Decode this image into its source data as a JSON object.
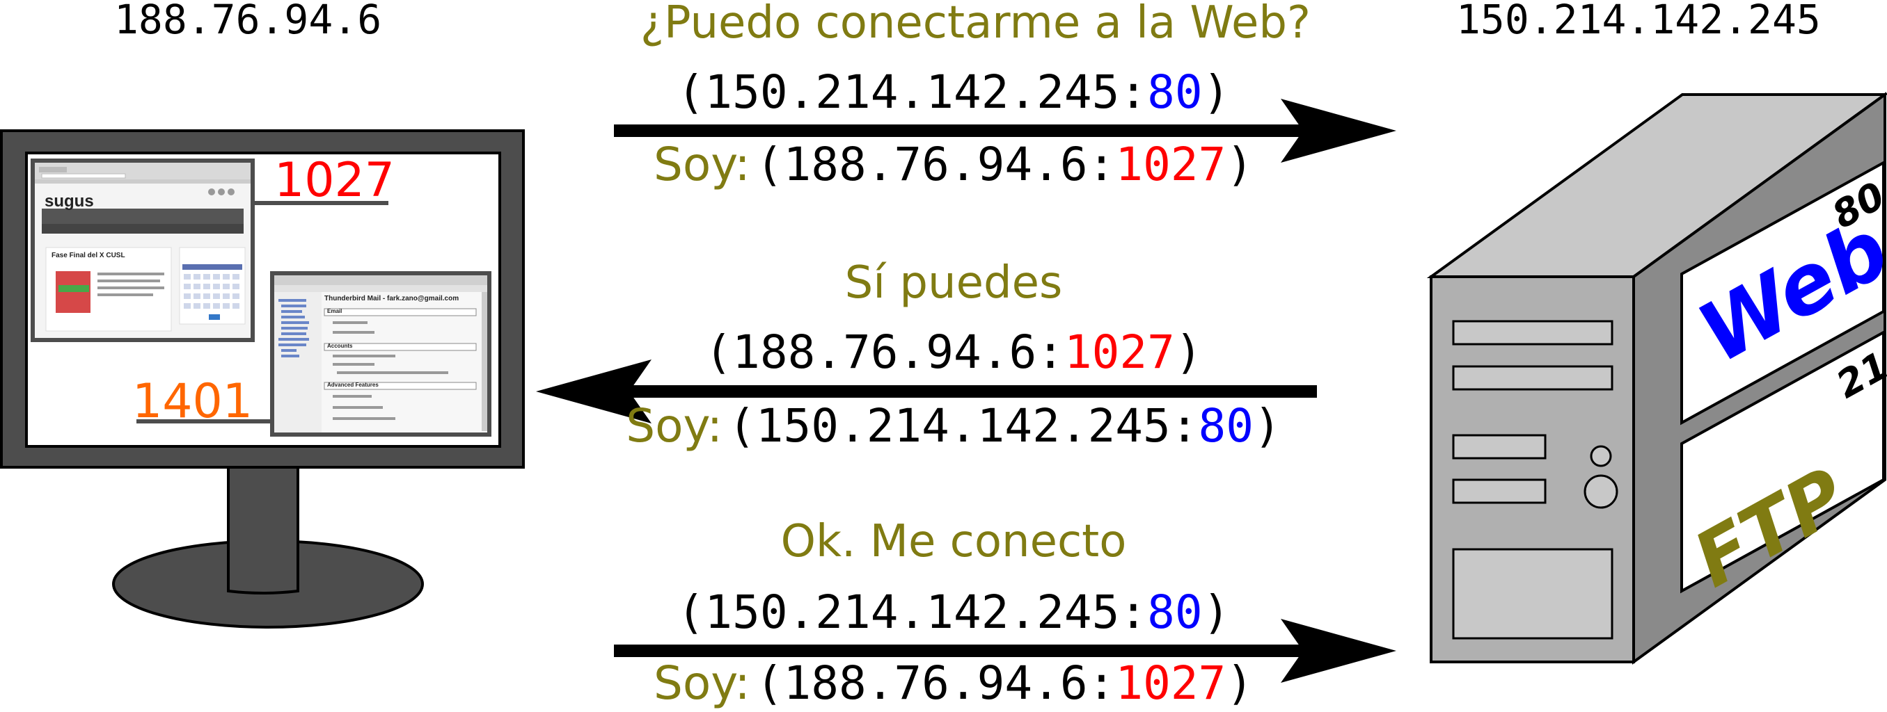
{
  "client": {
    "ip": "188.76.94.6",
    "port_browser": "1027",
    "port_mail": "1401"
  },
  "server": {
    "ip": "150.214.142.245",
    "services": [
      {
        "name": "Web",
        "port": "80"
      },
      {
        "name": "FTP",
        "port": "21"
      }
    ]
  },
  "messages": [
    {
      "title": "¿Puedo conectarme a la Web?",
      "dest_ip": "150.214.142.245",
      "dest_port": "80",
      "soy_label": "Soy:",
      "src_ip": "188.76.94.6",
      "src_port": "1027"
    },
    {
      "title": "Sí puedes",
      "dest_ip": "188.76.94.6",
      "dest_port": "1027",
      "soy_label": "Soy:",
      "src_ip": "150.214.142.245",
      "src_port": "80"
    },
    {
      "title": "Ok. Me conecto",
      "dest_ip": "150.214.142.245",
      "dest_port": "80",
      "soy_label": "Soy:",
      "src_ip": "188.76.94.6",
      "src_port": "1027"
    }
  ],
  "screens": {
    "browser_logo": "sugus",
    "browser_heading": "Fase Final del X CUSL",
    "mail_title": "Thunderbird Mail - fark.zano@gmail.com",
    "mail_sections": [
      "Email",
      "Accounts",
      "Advanced Features"
    ]
  },
  "colors": {
    "olive": "#807b12",
    "red": "#ff0000",
    "blue": "#0000ff",
    "orange": "#ff6600",
    "case_light": "#c8c8c8",
    "case_mid": "#b0b0b0",
    "case_dark": "#8a8a8a",
    "monitor": "#4d4d4d"
  }
}
